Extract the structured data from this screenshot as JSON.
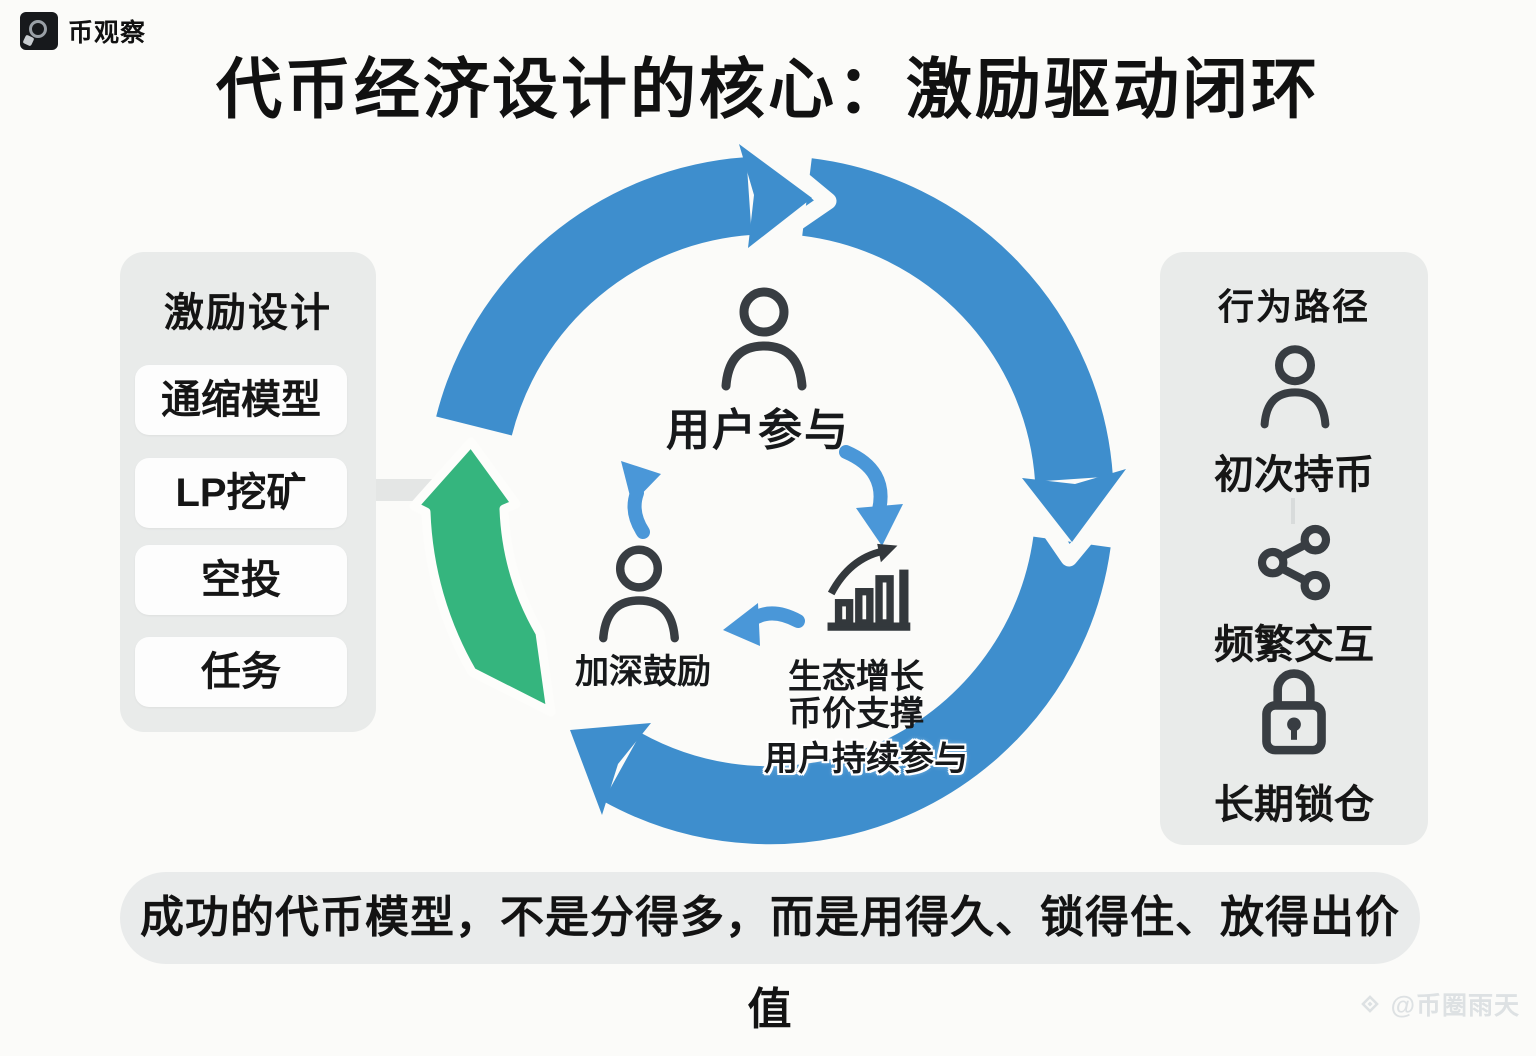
{
  "brand": {
    "logo_text": "币观察",
    "logo_icon": "camera-lens-icon"
  },
  "title": "代币经济设计的核心：激励驱动闭环",
  "left_panel": {
    "header": "激励设计",
    "items": [
      "通缩模型",
      "LP挖矿",
      "空投",
      "任务"
    ]
  },
  "right_panel": {
    "header": "行为路径",
    "steps": [
      {
        "icon": "person-icon",
        "label": "初次持币"
      },
      {
        "icon": "share-icon",
        "label": "频繁交互"
      },
      {
        "icon": "lock-icon",
        "label": "长期锁仓"
      }
    ]
  },
  "cycle": {
    "direction": "clockwise",
    "nodes": [
      {
        "icon": "person-icon",
        "label": "用户参与"
      },
      {
        "icon": "chart-growth-icon",
        "labels": [
          "生态增长",
          "币价支撑",
          "用户持续参与"
        ]
      },
      {
        "icon": "person-icon",
        "label": "加深鼓励"
      }
    ]
  },
  "banner": "成功的代币模型，不是分得多，而是用得久、锁得住、放得出价值",
  "watermark": "@币圈雨天",
  "colors": {
    "ring_blue": "#3e8ecd",
    "inner_arrow_blue": "#4a97d8",
    "arrow_green": "#35b57e",
    "icon_dark": "#383d42",
    "panel_gray": "#e9ebea",
    "background": "#fbfbf9"
  }
}
